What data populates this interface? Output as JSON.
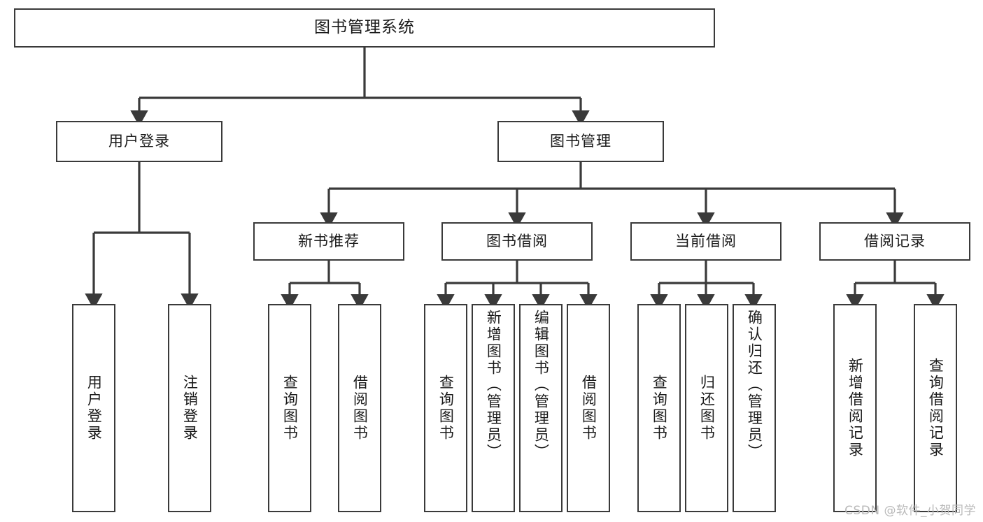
{
  "diagram": {
    "type": "tree",
    "title": "图书管理系统",
    "orientation": "top-down",
    "colors": {
      "box_border": "#3a3a3a",
      "box_fill": "#ffffff",
      "connector": "#3a3a3a",
      "text": "#1a1a1a",
      "watermark": "#b9b9b9"
    }
  },
  "root": {
    "label": "图书管理系统"
  },
  "branches": [
    {
      "id": "user-login",
      "label": "用户登录"
    },
    {
      "id": "book-manage",
      "label": "图书管理"
    }
  ],
  "subbranches": [
    {
      "id": "new-book-recommend",
      "label": "新书推荐"
    },
    {
      "id": "book-borrow",
      "label": "图书借阅"
    },
    {
      "id": "current-borrow",
      "label": "当前借阅"
    },
    {
      "id": "borrow-record",
      "label": "借阅记录"
    }
  ],
  "leaves": {
    "user_login": [
      {
        "id": "leaf-user-login",
        "label": "用户登录"
      },
      {
        "id": "leaf-logout",
        "label": "注销登录"
      }
    ],
    "new_book_recommend": [
      {
        "id": "leaf-query-book-1",
        "label": "查询图书"
      },
      {
        "id": "leaf-borrow-book-1",
        "label": "借阅图书"
      }
    ],
    "book_borrow": [
      {
        "id": "leaf-query-book-2",
        "label": "查询图书"
      },
      {
        "id": "leaf-add-book",
        "label": "新增图书（管理员）"
      },
      {
        "id": "leaf-edit-book",
        "label": "编辑图书（管理员）"
      },
      {
        "id": "leaf-borrow-book-2",
        "label": "借阅图书"
      }
    ],
    "current_borrow": [
      {
        "id": "leaf-query-book-3",
        "label": "查询图书"
      },
      {
        "id": "leaf-return-book",
        "label": "归还图书"
      },
      {
        "id": "leaf-confirm-return",
        "label": "确认归还（管理员）"
      }
    ],
    "borrow_record": [
      {
        "id": "leaf-add-record",
        "label": "新增借阅记录"
      },
      {
        "id": "leaf-query-record",
        "label": "查询借阅记录"
      }
    ]
  },
  "watermark": {
    "text": "CSDN @软件_小贺同学"
  }
}
